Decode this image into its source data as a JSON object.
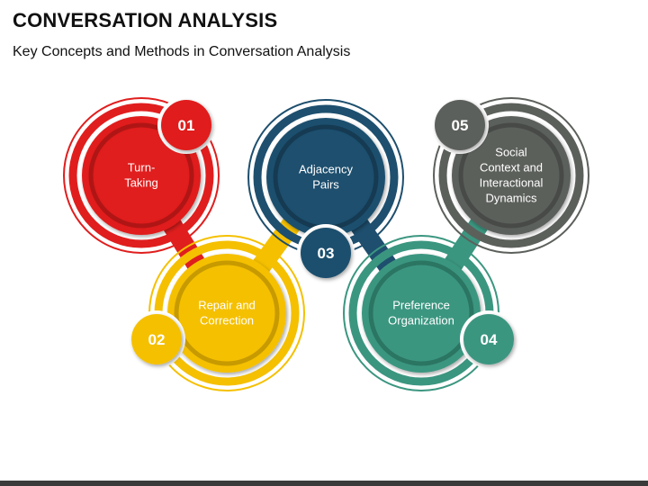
{
  "title": "CONVERSATION ANALYSIS",
  "subtitle": "Key Concepts and Methods in Conversation Analysis",
  "items": [
    {
      "number": "01",
      "lines": [
        "Turn-",
        "Taking"
      ],
      "color": "#e01e1e",
      "dark": "#b01515",
      "light": "#f23a3a"
    },
    {
      "number": "02",
      "lines": [
        "Repair and",
        "Correction"
      ],
      "color": "#f5c000",
      "dark": "#c79a00",
      "light": "#ffd42a"
    },
    {
      "number": "03",
      "lines": [
        "Adjacency",
        "Pairs"
      ],
      "color": "#1e4f6e",
      "dark": "#153a52",
      "light": "#2b6586"
    },
    {
      "number": "04",
      "lines": [
        "Preference",
        "Organization"
      ],
      "color": "#3b9680",
      "dark": "#2b7563",
      "light": "#4aa893"
    },
    {
      "number": "05",
      "lines": [
        "Social",
        "Context and",
        "Interactional",
        "Dynamics"
      ],
      "color": "#5c605b",
      "dark": "#474a46",
      "light": "#6e726c"
    }
  ]
}
